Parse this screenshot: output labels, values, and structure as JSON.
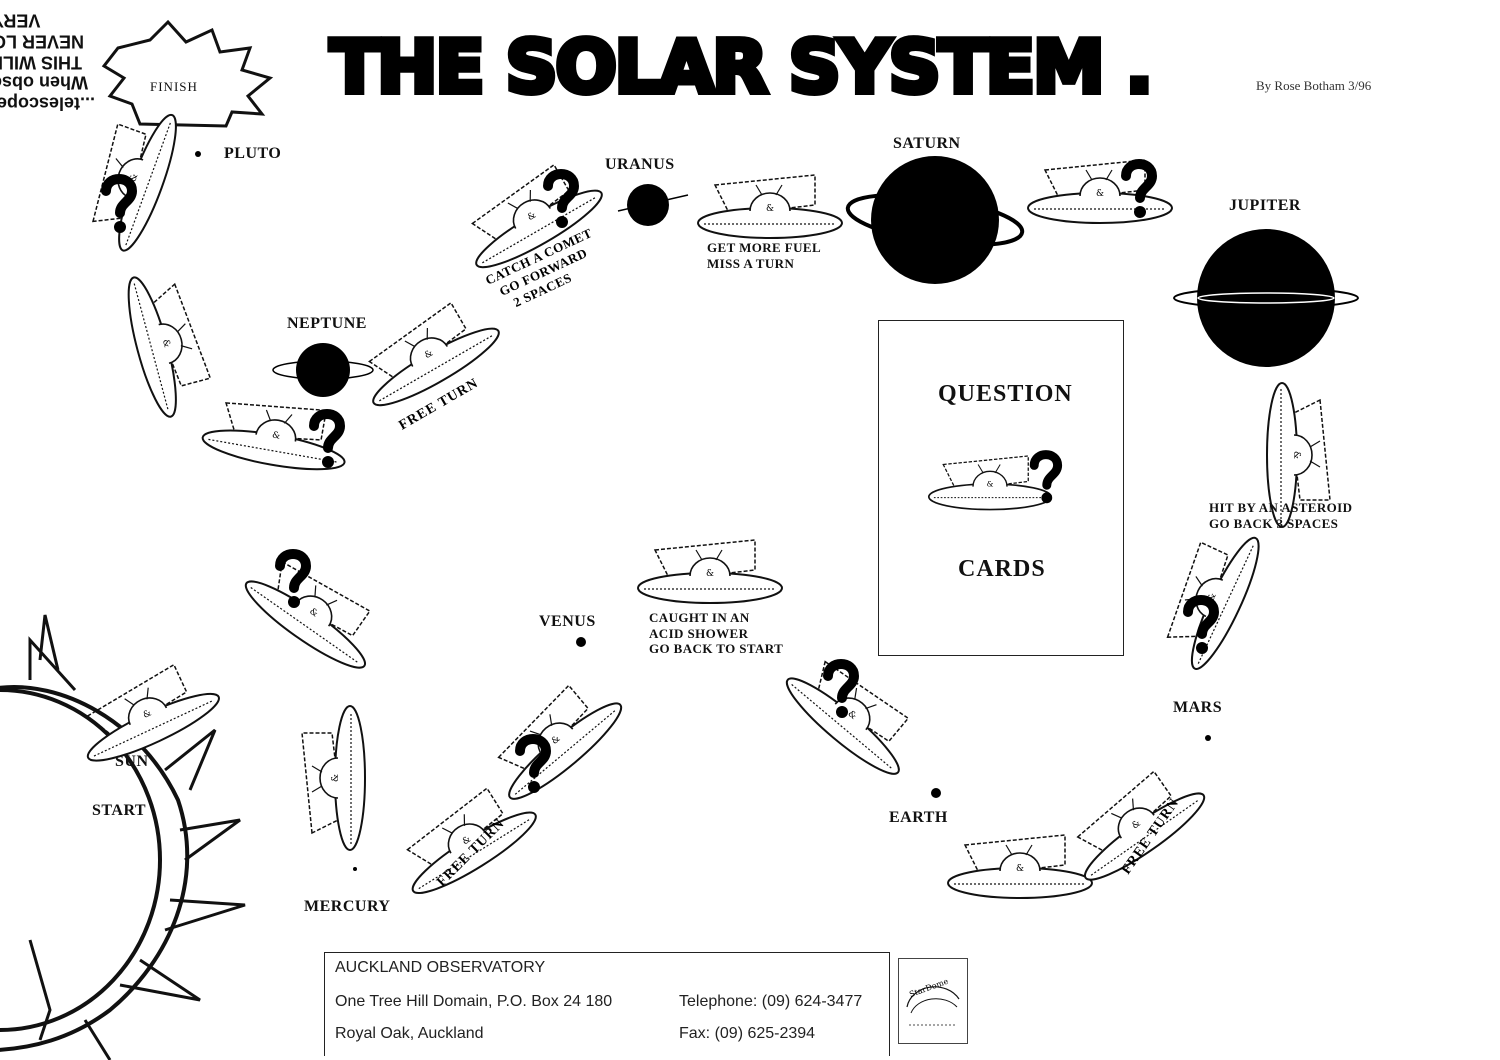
{
  "title": "THE SOLAR SYSTEM .",
  "byline": "By Rose Botham 3/96",
  "finish_label": "FINISH",
  "sun": {
    "label": "SUN",
    "start_label": "START"
  },
  "planets": {
    "pluto": "PLUTO",
    "neptune": "NEPTUNE",
    "uranus": "URANUS",
    "saturn": "SATURN",
    "jupiter": "JUPITER",
    "mars": "MARS",
    "earth": "EARTH",
    "venus": "VENUS",
    "mercury": "MERCURY"
  },
  "squares": {
    "catch_comet": [
      "CATCH A COMET",
      "GO FORWARD",
      "2 SPACES"
    ],
    "more_fuel": [
      "GET MORE FUEL",
      "MISS A TURN"
    ],
    "asteroid": [
      "HIT BY AN ASTEROID",
      "GO BACK 3 SPACES"
    ],
    "acid_shower": [
      "CAUGHT IN AN",
      "ACID SHOWER",
      "GO BACK TO START"
    ],
    "free_turn": "FREE TURN"
  },
  "question_cards": {
    "top": "QUESTION",
    "bottom": "CARDS"
  },
  "footer": {
    "org": "AUCKLAND OBSERVATORY",
    "address1": "One Tree Hill Domain, P.O. Box 24 180",
    "address2": "Royal Oak, Auckland",
    "telephone": "Telephone: (09) 624-3477",
    "fax": "Fax: (09) 625-2394"
  },
  "logo_text": "StarDome",
  "stamp_lines": [
    "...telescope.",
    "When obse",
    "THIS WILL",
    "NEVER LO",
    "VERY"
  ],
  "colors": {
    "ink": "#111111",
    "paper": "#ffffff"
  },
  "icons": [
    "sun-icon",
    "rocket-icon",
    "question-mark-icon",
    "planet-icon",
    "ringed-planet-icon",
    "explosion-icon",
    "observatory-logo-icon"
  ]
}
